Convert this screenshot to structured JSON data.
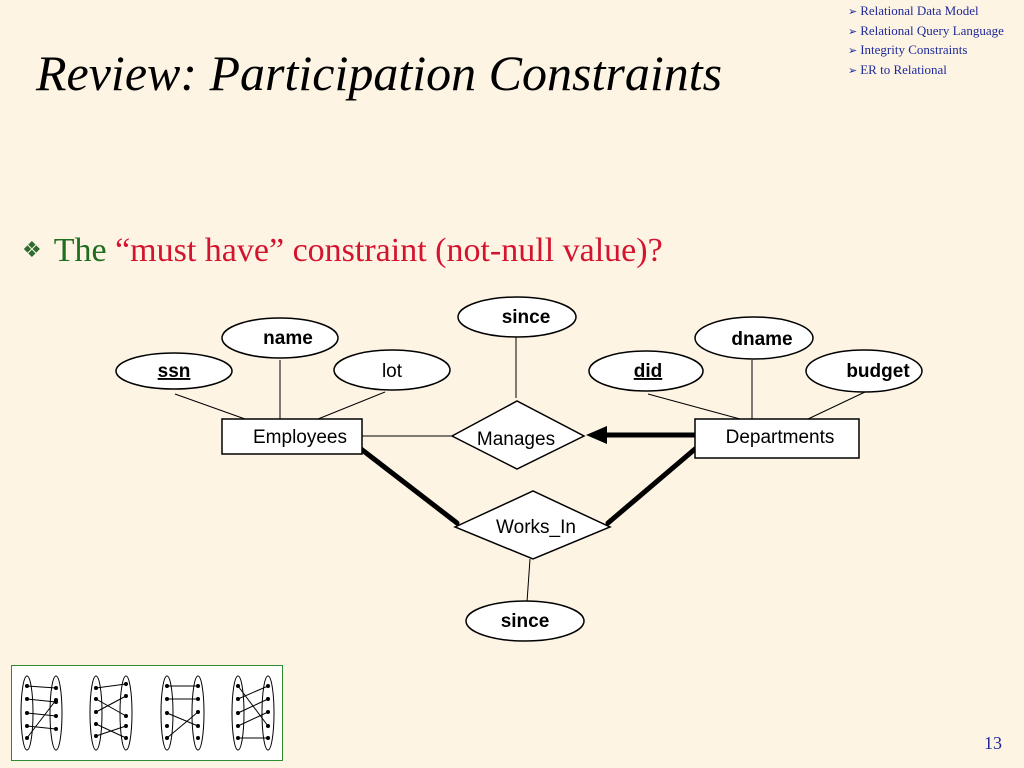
{
  "title": "Review: Participation Constraints",
  "nav": [
    "Relational Data Model",
    "Relational Query Language",
    "Integrity Constraints",
    "ER to Relational"
  ],
  "bullet": {
    "prefix": "The ",
    "quoted": "“must have” constraint (not-null value)?"
  },
  "diagram": {
    "attributes": {
      "ssn": "ssn",
      "name": "name",
      "lot": "lot",
      "since_manages": "since",
      "did": "did",
      "dname": "dname",
      "budget": "budget",
      "since_works": "since"
    },
    "entities": {
      "employees": "Employees",
      "departments": "Departments"
    },
    "relationships": {
      "manages": "Manages",
      "works_in": "Works_In"
    }
  },
  "page_number": "13",
  "colors": {
    "background": "#FDF4E4",
    "nav": "#1F2A99",
    "green": "#1E6E1E",
    "red": "#D4142F"
  }
}
